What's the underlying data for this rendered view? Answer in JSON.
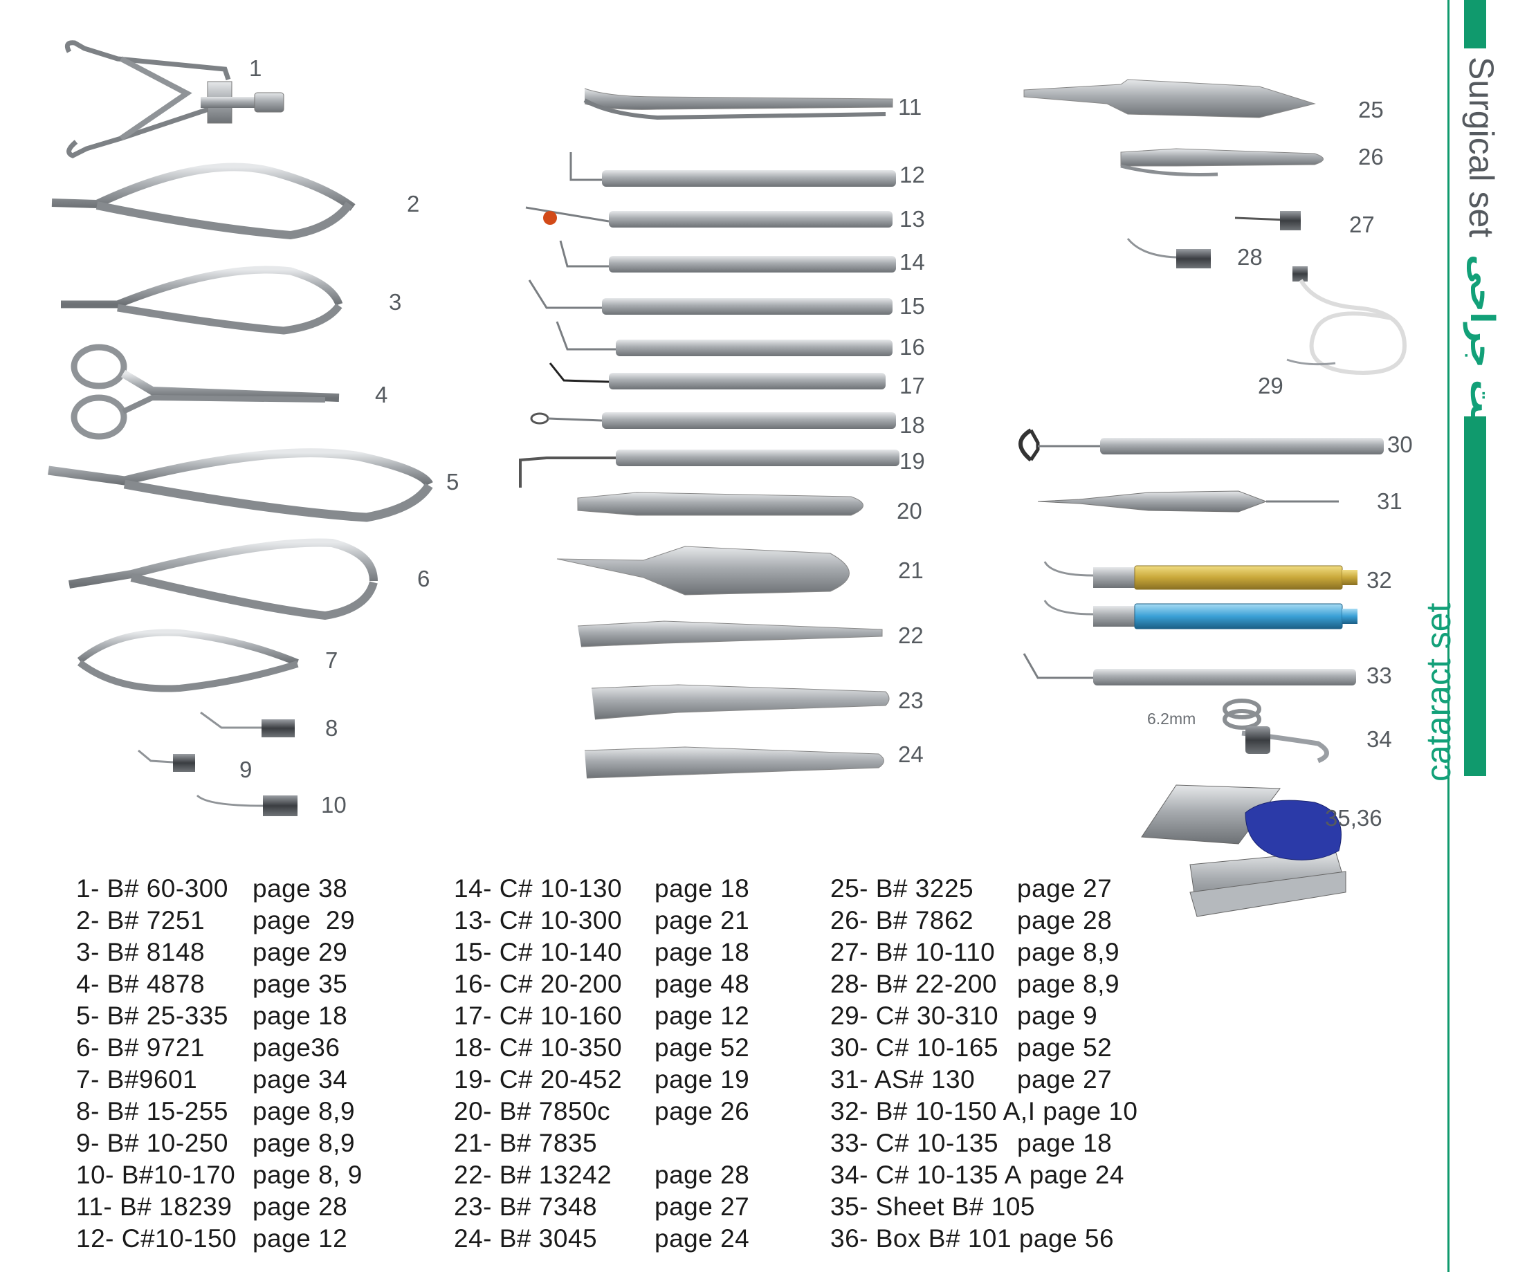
{
  "sidebar": {
    "surgical_title": "Surgical set",
    "surgical_arabic": "ست جراحی",
    "cataract_title": "cataract set",
    "accent_color": "#109a6d"
  },
  "instrument_numbers": {
    "n1": "1",
    "n2": "2",
    "n3": "3",
    "n4": "4",
    "n5": "5",
    "n6": "6",
    "n7": "7",
    "n8": "8",
    "n9": "9",
    "n10": "10",
    "n11": "11",
    "n12": "12",
    "n13": "13",
    "n14": "14",
    "n15": "15",
    "n16": "16",
    "n17": "17",
    "n18": "18",
    "n19": "19",
    "n20": "20",
    "n21": "21",
    "n22": "22",
    "n23": "23",
    "n24": "24",
    "n25": "25",
    "n26": "26",
    "n27": "27",
    "n28": "28",
    "n29": "29",
    "n30": "30",
    "n31": "31",
    "n32": "32",
    "n33": "33",
    "n34": "34",
    "n35_36": "35,36"
  },
  "annotations": {
    "ring_size": "6.2mm"
  },
  "references": {
    "col1": [
      {
        "code": "1- B# 60-300",
        "page": "page 38"
      },
      {
        "code": "2- B# 7251",
        "page": "page  29"
      },
      {
        "code": "3- B# 8148",
        "page": "page 29"
      },
      {
        "code": "4- B# 4878",
        "page": "page 35"
      },
      {
        "code": "5- B# 25-335",
        "page": "page 18"
      },
      {
        "code": "6- B# 9721",
        "page": "page36"
      },
      {
        "code": "7- B#9601",
        "page": "page 34"
      },
      {
        "code": "8- B# 15-255",
        "page": "page 8,9"
      },
      {
        "code": "9- B# 10-250",
        "page": "page 8,9"
      },
      {
        "code": "10- B#10-170",
        "page": "page 8, 9"
      },
      {
        "code": "11- B# 18239",
        "page": "page 28"
      },
      {
        "code": "12- C#10-150",
        "page": "page 12"
      }
    ],
    "col2": [
      {
        "code": "14- C# 10-130",
        "page": "page 18"
      },
      {
        "code": "13- C# 10-300",
        "page": "page 21"
      },
      {
        "code": "15- C# 10-140",
        "page": "page 18"
      },
      {
        "code": "16- C# 20-200",
        "page": "page 48"
      },
      {
        "code": "17- C# 10-160",
        "page": "page 12"
      },
      {
        "code": "18- C# 10-350",
        "page": "page 52"
      },
      {
        "code": "19- C# 20-452",
        "page": "page 19"
      },
      {
        "code": "20- B# 7850c",
        "page": "page 26"
      },
      {
        "code": "21- B# 7835",
        "page": ""
      },
      {
        "code": "22- B# 13242",
        "page": "page 28"
      },
      {
        "code": "23- B# 7348",
        "page": "page 27"
      },
      {
        "code": "24- B# 3045",
        "page": "page 24"
      }
    ],
    "col3": [
      {
        "code": "25- B# 3225",
        "page": "page 27"
      },
      {
        "code": "26- B# 7862",
        "page": "page 28"
      },
      {
        "code": "27- B# 10-110",
        "page": "page 8,9"
      },
      {
        "code": "28- B# 22-200",
        "page": "page 8,9"
      },
      {
        "code": "29- C# 30-310",
        "page": "page 9"
      },
      {
        "code": "30- C# 10-165",
        "page": "page 52"
      },
      {
        "code": "31- AS# 130",
        "page": "page 27"
      },
      {
        "code": "32- B# 10-150 A,I",
        "page": "page 10"
      },
      {
        "code": "33- C# 10-135",
        "page": "page 18"
      },
      {
        "code": "34- C# 10-135 A",
        "page": "page 24"
      },
      {
        "code": "35- Sheet B# 105",
        "page": ""
      },
      {
        "code": "36- Box B# 101",
        "page": "page 56"
      }
    ]
  }
}
